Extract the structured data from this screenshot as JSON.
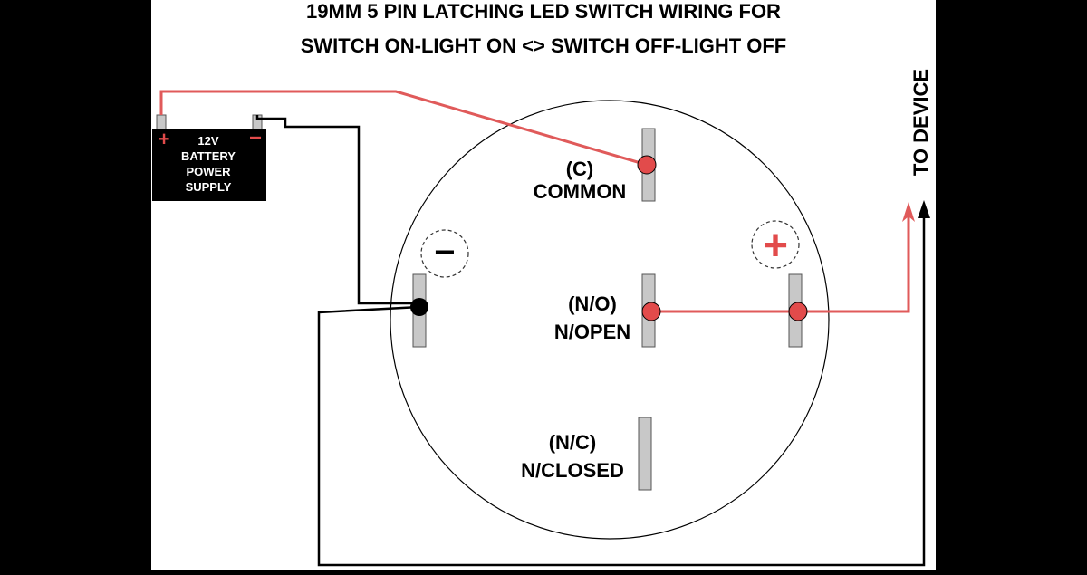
{
  "title": {
    "line1": "19MM 5 PIN LATCHING LED SWITCH WIRING FOR",
    "line2": "SWITCH ON-LIGHT ON <> SWITCH OFF-LIGHT OFF"
  },
  "battery": {
    "line1": "12V",
    "line2": "BATTERY",
    "line3": "POWER",
    "line4": "SUPPLY",
    "plus_symbol": "+",
    "minus_symbol": "−"
  },
  "terminals": {
    "common": {
      "line1": "(C)",
      "line2": "COMMON"
    },
    "no": {
      "line1": "(N/O)",
      "line2": "N/OPEN"
    },
    "nc": {
      "line1": "(N/C)",
      "line2": "N/CLOSED"
    },
    "led_negative_symbol": "−",
    "led_positive_symbol": "+"
  },
  "device_label": "TO DEVICE",
  "colors": {
    "background": "#ffffff",
    "frame": "#000000",
    "positive_wire": "#e05a5a",
    "negative_wire": "#000000",
    "terminal_fill": "#c8c8c8",
    "terminal_stroke": "#555555",
    "positive_symbol": "#e24b4b"
  }
}
